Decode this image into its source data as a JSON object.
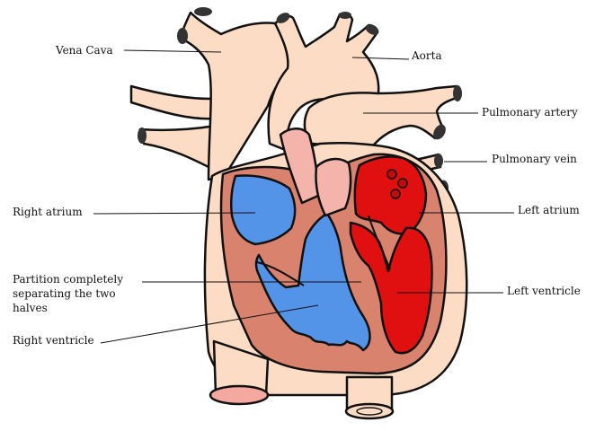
{
  "labels": {
    "vena_cava": "Vena Cava",
    "aorta": "Aorta",
    "pulmonary_artery": "Pulmonary artery",
    "pulmonary_vein": "Pulmonary vein",
    "right_atrium": "Right atrium",
    "left_atrium": "Left atrium",
    "partition_line1": "Partition completely",
    "partition_line2": "separating the two",
    "partition_line3": "halves",
    "left_ventricle": "Left ventricle",
    "right_ventricle": "Right ventricle"
  },
  "colors": {
    "outer_tissue": "#fcdcc4",
    "muscle_wall": "#d9826e",
    "deoxygenated_blood": "#5494e8",
    "oxygenated_blood": "#e01010",
    "valve_tissue": "#f4b4ac",
    "outline": "#111111"
  }
}
